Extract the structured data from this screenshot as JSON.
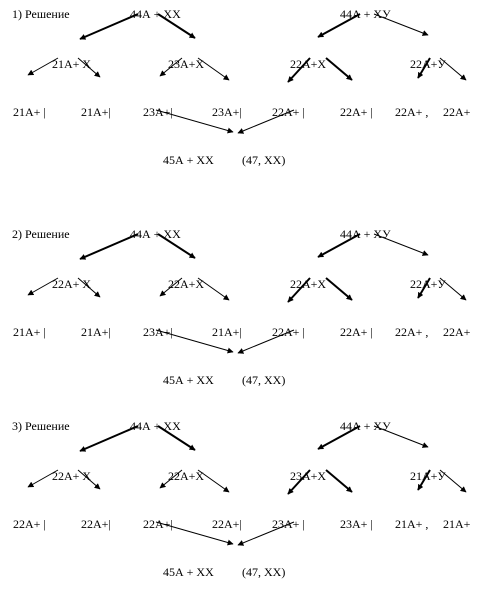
{
  "diagram": {
    "blocks": [
      {
        "heading": "1) Решение",
        "parents": [
          "44А + ХХ",
          "44А + ХУ"
        ],
        "gametes": [
          "21А+ Х",
          "23А+Х",
          "22А+Х",
          "22А+У"
        ],
        "fragments": [
          "21А+ |",
          "21А+|",
          "23А+|",
          "23А+|",
          "22А+ |",
          "22А+ |",
          "22А+ ,",
          "22А+"
        ],
        "result": "45А + ХХ",
        "karyotype": "(47, ХХ)"
      },
      {
        "heading": "2) Решение",
        "parents": [
          "44А + ХХ",
          "44А + ХУ"
        ],
        "gametes": [
          "22А+ Х",
          "22А+Х",
          "22А+Х",
          "22А+У"
        ],
        "fragments": [
          "21А+ |",
          "21А+|",
          "23А+|",
          "21А+|",
          "22А+ |",
          "22А+ |",
          "22А+ ,",
          "22А+"
        ],
        "result": "45А + ХХ",
        "karyotype": "(47, ХХ)"
      },
      {
        "heading": "3) Решение",
        "parents": [
          "44А + ХХ",
          "44А + ХУ"
        ],
        "gametes": [
          "22А+ Х",
          "22А+Х",
          "23А+Х",
          "21А+У"
        ],
        "fragments": [
          "22А+ |",
          "22А+|",
          "22А+|",
          "22А+|",
          "23А+ |",
          "23А+ |",
          "21А+ ,",
          "21А+"
        ],
        "result": "45А + ХХ",
        "karyotype": "(47, ХХ)"
      }
    ],
    "line_color": "#000000"
  }
}
